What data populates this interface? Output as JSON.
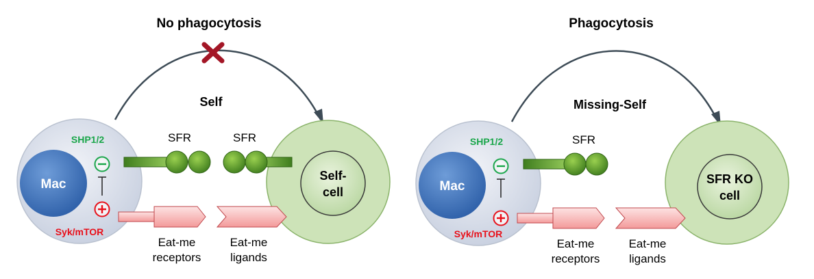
{
  "left_panel": {
    "title": "No phagocytosis",
    "arc_label": "Self",
    "macrophage": {
      "label": "Mac",
      "inhibitory_label": "SHP1/2",
      "activating_label": "Syk/mTOR"
    },
    "sfr_label_mac": "SFR",
    "sfr_label_target": "SFR",
    "target_lines": [
      "Self-",
      "cell"
    ],
    "receptor_lines": [
      "Eat-me",
      "receptors"
    ],
    "ligand_lines": [
      "Eat-me",
      "ligands"
    ]
  },
  "right_panel": {
    "title": "Phagocytosis",
    "arc_label": "Missing-Self",
    "macrophage": {
      "label": "Mac",
      "inhibitory_label": "SHP1/2",
      "activating_label": "Syk/mTOR"
    },
    "sfr_label_mac": "SFR",
    "target_lines": [
      "SFR KO",
      "cell"
    ],
    "receptor_lines": [
      "Eat-me",
      "receptors"
    ],
    "ligand_lines": [
      "Eat-me",
      "ligands"
    ]
  },
  "colors": {
    "inhibitory_text": "#1aa64a",
    "activating_text": "#e8101a",
    "block_mark": "#a31626",
    "arc": "#3d4b56"
  }
}
